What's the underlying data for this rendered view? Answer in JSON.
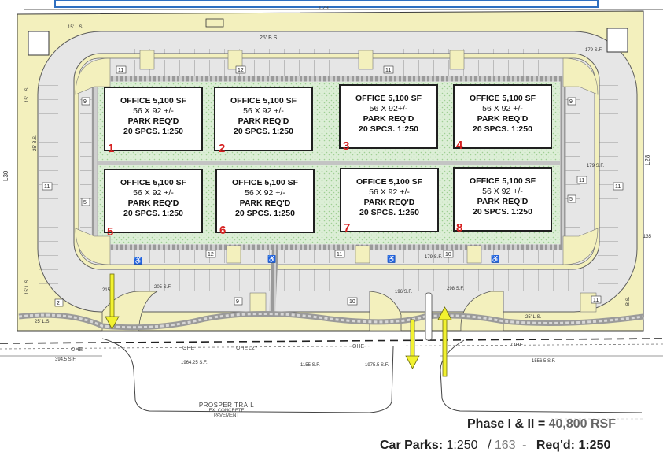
{
  "buildings": [
    {
      "number": "1",
      "title": "OFFICE 5,100 SF",
      "size": "56 X 92 +/-",
      "park": "PARK REQ'D",
      "spaces": "20 SPCS.  1:250"
    },
    {
      "number": "2",
      "title": "OFFICE 5,100 SF",
      "size": "56 X 92 +/-",
      "park": "PARK REQ'D",
      "spaces": "20 SPCS.  1:250"
    },
    {
      "number": "3",
      "title": "OFFICE 5,100 SF",
      "size": "56 X 92+/-",
      "park": "PARK REQ'D",
      "spaces": "20 SPCS.  1:250"
    },
    {
      "number": "4",
      "title": "OFFICE 5,100 SF",
      "size": "56 X 92 +/-",
      "park": "PARK REQ'D",
      "spaces": "20 SPCS.  1:250"
    },
    {
      "number": "5",
      "title": "OFFICE 5,100 SF",
      "size": "56 X 92 +/-",
      "park": "PARK REQ'D",
      "spaces": "20 SPCS.  1:250"
    },
    {
      "number": "6",
      "title": "OFFICE 5,100 SF",
      "size": "56 X 92 +/-",
      "park": "PARK REQ'D",
      "spaces": "20 SPCS.  1:250"
    },
    {
      "number": "7",
      "title": "OFFICE 5,100 SF",
      "size": "56 X 92 +/-",
      "park": "PARK REQ'D",
      "spaces": "20 SPCS.  1:250"
    },
    {
      "number": "8",
      "title": "OFFICE 5,100 SF",
      "size": "56 X 92 +/-",
      "park": "PARK REQ'D",
      "spaces": "20 SPCS.  1:250"
    }
  ],
  "summary": {
    "phase_label": "Phase I & II =",
    "phase_value": "40,800 RSF",
    "car_parks_label": "Car Parks:",
    "car_parks_ratio": "1:250",
    "car_parks_slash": "/",
    "car_parks_count": "163",
    "car_parks_dash": "-",
    "reqd_label": "Req'd:",
    "reqd_value": "1:250"
  },
  "street": {
    "name": "PROSPER TRAIL",
    "line2": "EX. CONCRETE",
    "line3": "PAVEMENT"
  },
  "plan_labels": {
    "setback_top": "25' B.S.",
    "setback_top_ls": "15' L.S.",
    "line_top": "L29",
    "line_left": "L30",
    "line_right": "L28",
    "line_bottom": "L27",
    "left_ls": "15' L.S.",
    "left_bs": "25' B.S.",
    "left_ls_bottom": "15' L.S.",
    "left_ls_bottom2": "25' L.S.",
    "right_ls": "25' L.S.",
    "right_bs": "B.S.",
    "ohe": "OHE",
    "areas": {
      "a179_top": "179 S.F.",
      "a179_right": "179 S.F.",
      "a179_mid": "179 S.F.",
      "a135": "135",
      "a205": "205 S.F.",
      "a215": "215",
      "a196": "196 S.F.",
      "a298": "298 S.F.",
      "a394": "394.5 S.F.",
      "a1964": "1964.25 S.F.",
      "a1155": "1155 S.F.",
      "a1975": "1975.5 S.F.",
      "a1556": "1556.5 S.F."
    },
    "stall_counts": {
      "top_left": "11",
      "top_mid": "12",
      "top_right": "11",
      "left_top": "9",
      "left_bottom": "5",
      "right_top": "9",
      "right_mid": "11",
      "right_bottom": "5",
      "inner_bottom_left": "12",
      "inner_bottom_mid": "11",
      "inner_bottom_right": "10",
      "outer_bottom_left": "2",
      "outer_bottom_mid1": "9",
      "outer_bottom_mid2": "10",
      "outer_bottom_right": "11",
      "left_mid": "11",
      "center_right": "11"
    }
  },
  "colors": {
    "landscape": "#f3f0bd",
    "pavement": "#e6e6e6",
    "green_hatch": "#cde6c6",
    "building_number": "#d62020",
    "arrow_fill": "#f2f230",
    "border_blue": "#2f6fc0",
    "summary_text": "#222222",
    "summary_gray": "#7a7a7a"
  }
}
